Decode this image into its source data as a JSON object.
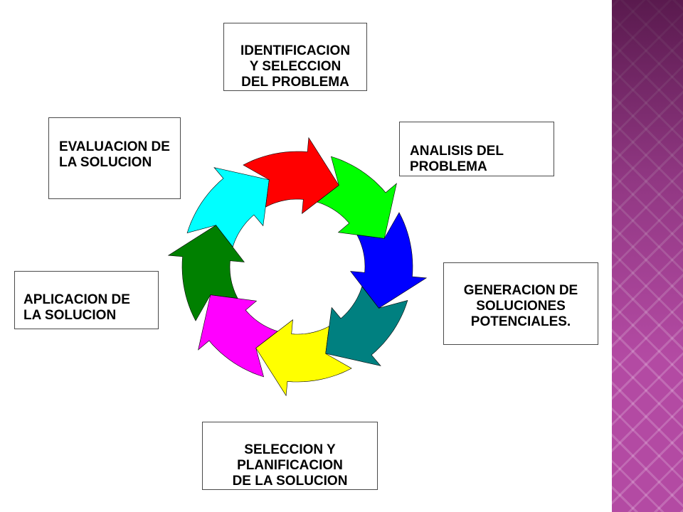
{
  "diagram": {
    "steps": [
      {
        "label": "IDENTIFICACION\nY SELECCION\nDEL PROBLEMA",
        "color": "#ff0000"
      },
      {
        "label": "ANALISIS DEL\nPROBLEMA",
        "color": "#00ff00"
      },
      {
        "label": "GENERACION DE\nSOLUCIONES\nPOTENCIALES.",
        "color": "#0000ff"
      },
      {
        "label": "SELECCION Y\nPLANIFICACION\nDE LA SOLUCION",
        "color": "#008080"
      },
      {
        "label": "APLICACION DE\nLA SOLUCION",
        "color": "#ffff00"
      },
      {
        "label": "EVALUACION DE\nLA SOLUCION",
        "color": "#ff00ff"
      }
    ],
    "cycle_colors": [
      "#ff0000",
      "#00ff00",
      "#0000ff",
      "#008080",
      "#ffff00",
      "#ff00ff",
      "#008000",
      "#00ffff"
    ]
  },
  "theme": {
    "side_panel": "#b34aa3"
  }
}
